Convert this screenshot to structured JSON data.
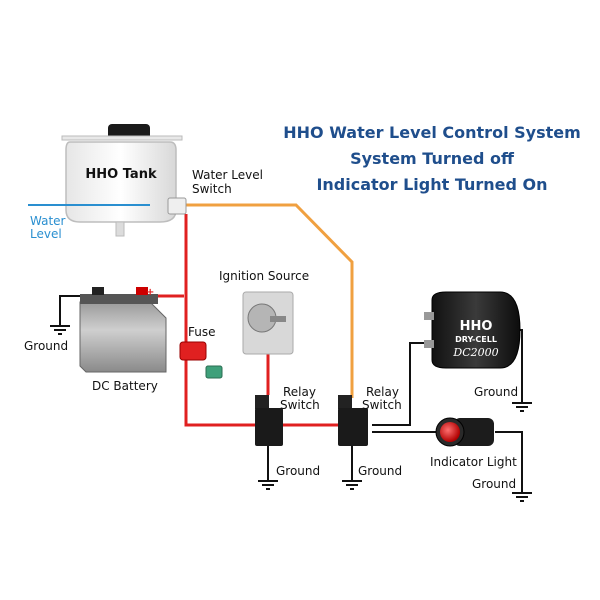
{
  "title": {
    "line1": "HHO Water Level Control System",
    "line2": "System Turned off",
    "line3": "Indicator Light Turned On",
    "color": "#1f4e8c"
  },
  "labels": {
    "hho_tank": "HHO Tank",
    "water_level_switch_1": "Water Level",
    "water_level_switch_2": "Switch",
    "water_level_1": "Water",
    "water_level_2": "Level",
    "ignition_source": "Ignition Source",
    "fuse": "Fuse",
    "dc_battery": "DC Battery",
    "relay1_1": "Relay",
    "relay1_2": "Switch",
    "relay2_1": "Relay",
    "relay2_2": "Switch",
    "indicator_light": "Indicator Light",
    "ground_battery": "Ground",
    "ground_relay1": "Ground",
    "ground_relay2": "Ground",
    "ground_cell": "Ground",
    "ground_light": "Ground",
    "cell_brand_1": "HHO",
    "cell_brand_2": "DRY-CELL",
    "cell_model": "DC2000"
  },
  "colors": {
    "wire_red": "#e02020",
    "wire_orange": "#f0a040",
    "wire_black": "#111111",
    "water_level_line": "#2a8fd0",
    "water_level_text": "#2a8fd0",
    "indicator_lamp": "#e01818"
  }
}
